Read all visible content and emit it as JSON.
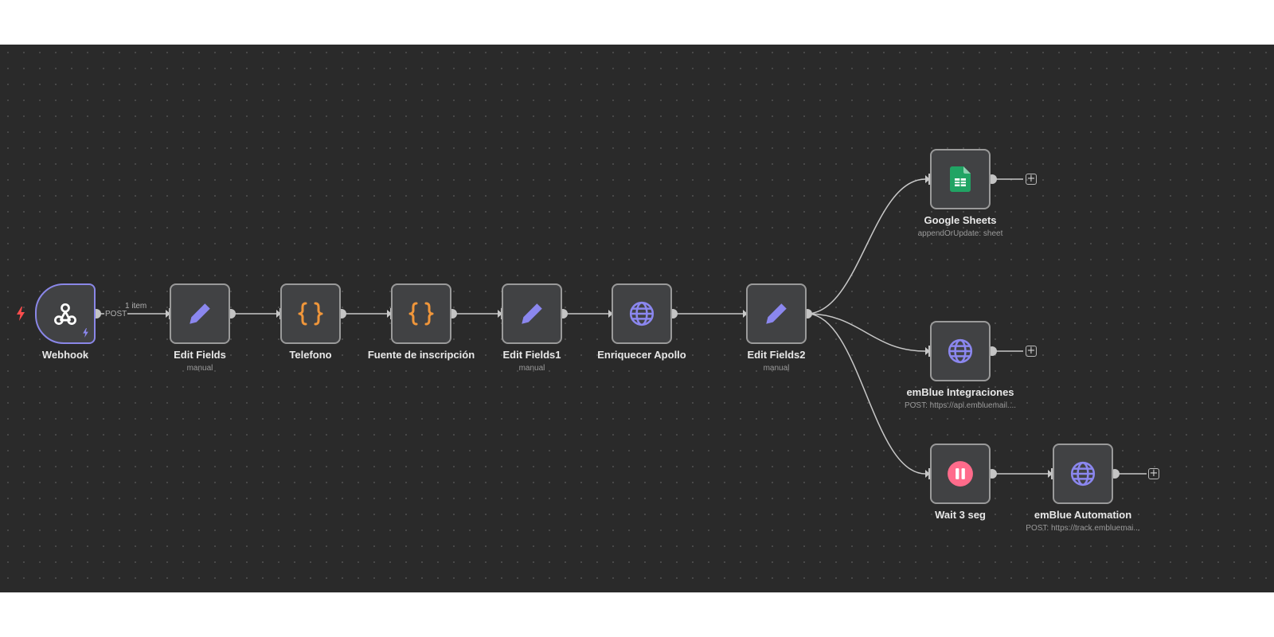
{
  "colors": {
    "canvas": "#2a2a2a",
    "node": "#414244",
    "node_border": "#9a9a9a",
    "trigger_border": "#8a87e8",
    "edge": "#c8c8c8",
    "accent_purple": "#8b87ef",
    "accent_orange": "#f0963a",
    "accent_red": "#ff4d4d",
    "sheets_green": "#21a464",
    "wait_pink": "#ff6b8b"
  },
  "edge_labels": {
    "items": "1 item",
    "method": "POST"
  },
  "nodes": {
    "webhook": {
      "label": "Webhook",
      "icon": "webhook-icon"
    },
    "edit_fields": {
      "label": "Edit Fields",
      "subtitle": "manual",
      "icon": "pencil-icon"
    },
    "telefono": {
      "label": "Telefono",
      "icon": "code-braces-icon"
    },
    "fuente": {
      "label": "Fuente de inscripción",
      "icon": "code-braces-icon"
    },
    "edit_fields1": {
      "label": "Edit Fields1",
      "subtitle": "manual",
      "icon": "pencil-icon"
    },
    "apollo": {
      "label": "Enriquecer Apollo",
      "icon": "globe-icon"
    },
    "edit_fields2": {
      "label": "Edit Fields2",
      "subtitle": "manual",
      "icon": "pencil-icon"
    },
    "sheets": {
      "label": "Google Sheets",
      "subtitle": "appendOrUpdate: sheet",
      "icon": "google-sheets-icon"
    },
    "integraciones": {
      "label": "emBlue Integraciones",
      "subtitle": "POST: https://api.embluemail....",
      "icon": "globe-icon"
    },
    "wait": {
      "label": "Wait 3 seg",
      "icon": "pause-icon"
    },
    "automation": {
      "label": "emBlue Automation",
      "subtitle": "POST: https://track.embluemai...",
      "icon": "globe-icon"
    }
  },
  "plus_symbol": "+"
}
